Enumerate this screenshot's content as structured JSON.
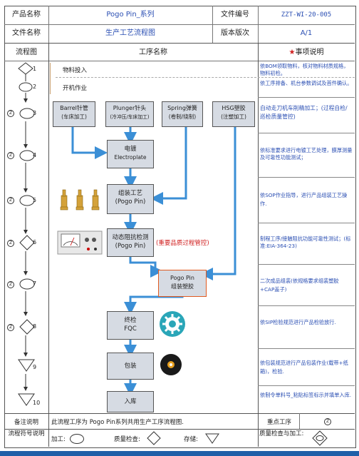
{
  "header": {
    "product_name_label": "产品名称",
    "product_name_value": "Pogo Pin_系列",
    "doc_no_label": "文件编号",
    "doc_no_value": "ZZT-WI-20-005",
    "doc_name_label": "文件名称",
    "doc_name_value": "生产工艺流程图",
    "version_label": "版本版次",
    "version_value": "A/1"
  },
  "table_head": {
    "flow_col": "流程图",
    "process_col": "工序名称",
    "notes_col_star": "★",
    "notes_col": "事项说明"
  },
  "rows": [
    {
      "num": "1",
      "z": "",
      "note": "依BOM领取物料，核对物料材质规格，物料初检。"
    },
    {
      "num": "2",
      "z": "",
      "note": "依工序排备、机台参数调试及首件确认。"
    },
    {
      "num": "3",
      "z": "Z",
      "note": "自动走刀机车削精加工；(过程自检/巡检质量管控)"
    },
    {
      "num": "4",
      "z": "Z",
      "note": "依标准要求进行电镀工艺处理，膜厚测量及可靠性功能测试；"
    },
    {
      "num": "5",
      "z": "Z",
      "note": "依SOP作业指导，进行产品组装工艺操作."
    },
    {
      "num": "6",
      "z": "Z",
      "note": "制程工序/接触阻抗功能可靠性测试；(标准:EIA-364-23)"
    },
    {
      "num": "7",
      "z": "Z",
      "note": "二次成品组装(依规格要求组装塑胶+CAP盖子)"
    },
    {
      "num": "8",
      "z": "Z",
      "note": "依SIP检验规范进行产品检验放行."
    },
    {
      "num": "9",
      "z": "",
      "note": "依包装规范进行产品包装作业(载带+纸箱)，检验."
    },
    {
      "num": "10",
      "z": "",
      "note": "依制令单料号_粘贴标签标示并填单入库."
    }
  ],
  "steps": {
    "material_input": "物料投入",
    "machine_start": "开机作业",
    "barrel_title": "Barrel针管",
    "barrel_sub": "(车床加工)",
    "plunger_title": "Plunger针头",
    "plunger_sub": "(冷冲压/车床加工)",
    "spring_title": "Spring弹簧",
    "spring_sub": "(卷制/绕制)",
    "hsg_title": "HSG塑胶",
    "hsg_sub": "(注塑加工)",
    "plating_title": "电镀",
    "plating_sub": "Electroplate",
    "assembly_title": "组装工艺",
    "assembly_sub": "(Pogo Pin)",
    "impedance_title": "动态阻抗检测",
    "impedance_sub": "(Pogo Pin)",
    "key_process": "(重要品质过程管控)",
    "pogo_asm_title": "Pogo Pin",
    "pogo_asm_sub": "组装塑胶",
    "fqc_title": "终检",
    "fqc_sub": "FQC",
    "packing": "包装",
    "warehouse": "入库"
  },
  "footer": {
    "remark_label": "备注说明",
    "remark_text": "此流程工序为 Pogo Pin系列共用生产工序流程图.",
    "key_label": "重点工序",
    "key_symbol": "Z",
    "symbol_label": "流程符号说明",
    "processing": "加工:",
    "quality_check": "质量检查:",
    "storage": "存储:",
    "qc_and_process": "质量检查与加工:"
  },
  "colors": {
    "box_fill": "#d6dbe3",
    "arrow_blue": "#3b8fd6",
    "accent_red": "#d02020",
    "note_blue": "#2b4fb3"
  }
}
